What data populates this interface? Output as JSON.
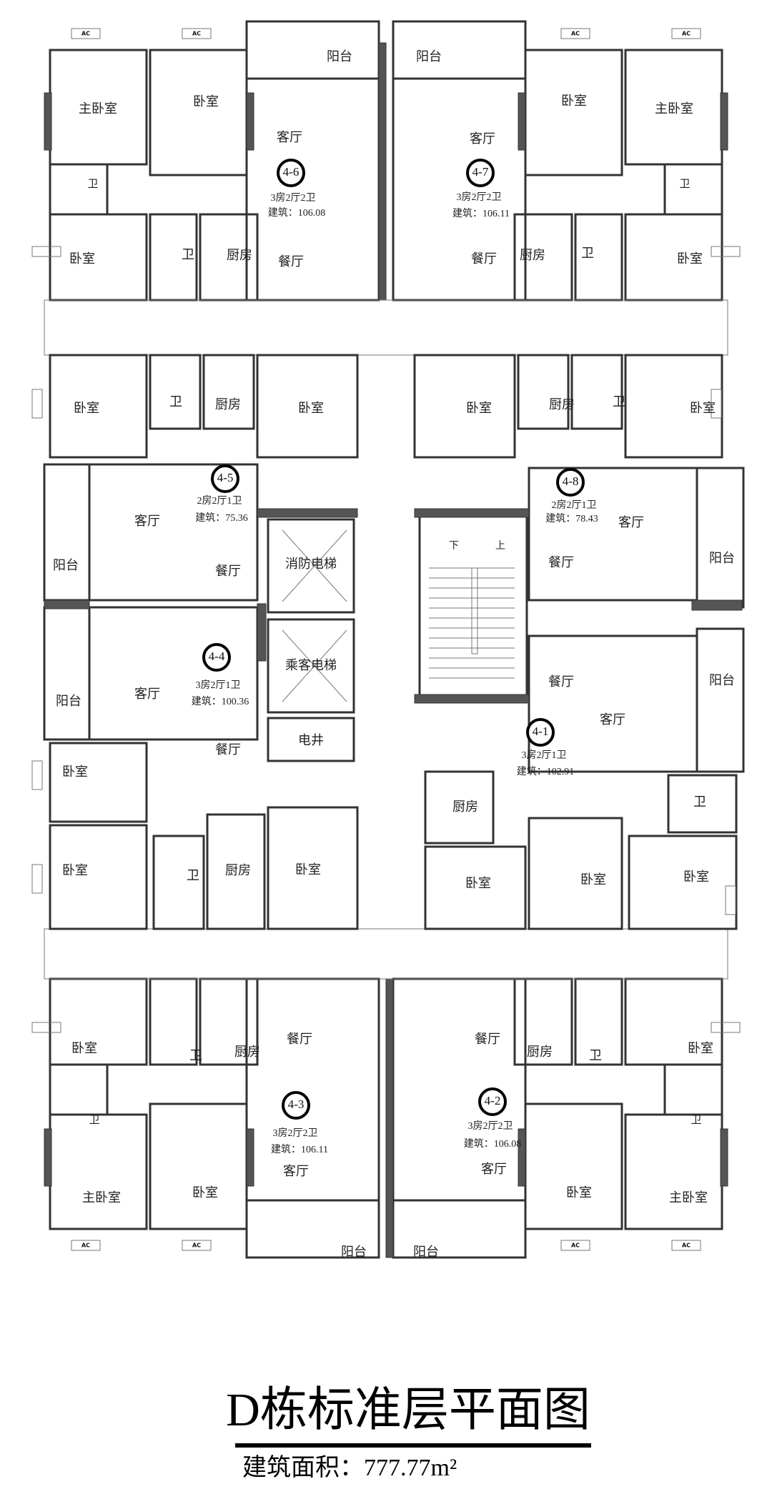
{
  "title": "D栋标准层平面图",
  "subtitle": "建筑面积：777.77m²",
  "rooms": {
    "master_bedroom": "主卧室",
    "bedroom": "卧室",
    "living": "客厅",
    "dining": "餐厅",
    "kitchen": "厨房",
    "bath": "卫",
    "balcony": "阳台"
  },
  "core": {
    "fire_elevator": "消防电梯",
    "passenger_elevator": "乘客电梯",
    "shaft": "电井",
    "up": "上",
    "down": "下"
  },
  "ac_label": "AC",
  "units": {
    "u46": {
      "id": "4-6",
      "layout": "3房2厅2卫",
      "area": "建筑：106.08"
    },
    "u47": {
      "id": "4-7",
      "layout": "3房2厅2卫",
      "area": "建筑：106.11"
    },
    "u45": {
      "id": "4-5",
      "layout": "2房2厅1卫",
      "area": "建筑：75.36"
    },
    "u48": {
      "id": "4-8",
      "layout": "2房2厅1卫",
      "area": "建筑：78.43"
    },
    "u44": {
      "id": "4-4",
      "layout": "3房2厅1卫",
      "area": "建筑：100.36"
    },
    "u41": {
      "id": "4-1",
      "layout": "3房2厅1卫",
      "area": "建筑：102.91"
    },
    "u43": {
      "id": "4-3",
      "layout": "3房2厅2卫",
      "area": "建筑：106.11"
    },
    "u42": {
      "id": "4-2",
      "layout": "3房2厅2卫",
      "area": "建筑：106.08"
    }
  }
}
